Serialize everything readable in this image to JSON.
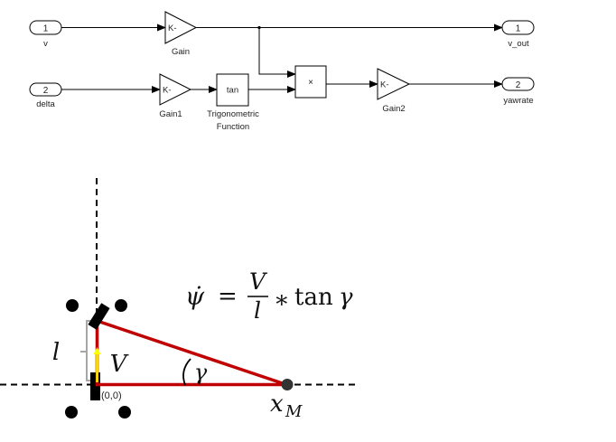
{
  "simulink": {
    "inports": [
      {
        "number": "1",
        "name": "v"
      },
      {
        "number": "2",
        "name": "delta"
      }
    ],
    "outports": [
      {
        "number": "1",
        "name": "v_out"
      },
      {
        "number": "2",
        "name": "yawrate"
      }
    ],
    "blocks": {
      "gain": {
        "symbol": "K-",
        "name": "Gain"
      },
      "gain1": {
        "symbol": "K-",
        "name": "Gain1"
      },
      "trig": {
        "symbol": "tan",
        "name_line1": "Trigonometric",
        "name_line2": "Function"
      },
      "product": {
        "symbol": "×"
      },
      "gain2": {
        "symbol": "K-",
        "name": "Gain2"
      }
    }
  },
  "kinematics": {
    "equation": {
      "lhs": "ψ̇",
      "equals": "=",
      "numerator": "V",
      "denominator": "l",
      "operator": "∗",
      "func": "tan",
      "arg": "γ"
    },
    "labels": {
      "length": "l",
      "velocity": "V",
      "angle": "γ",
      "origin": "(0,0)",
      "point_base": "x",
      "point_sub": "M"
    },
    "colors": {
      "triangle": "#c00000",
      "velocity_arrow": "#ffff00",
      "brace": "#a6a6a6",
      "wheel": "#000000",
      "point": "#333333"
    }
  }
}
